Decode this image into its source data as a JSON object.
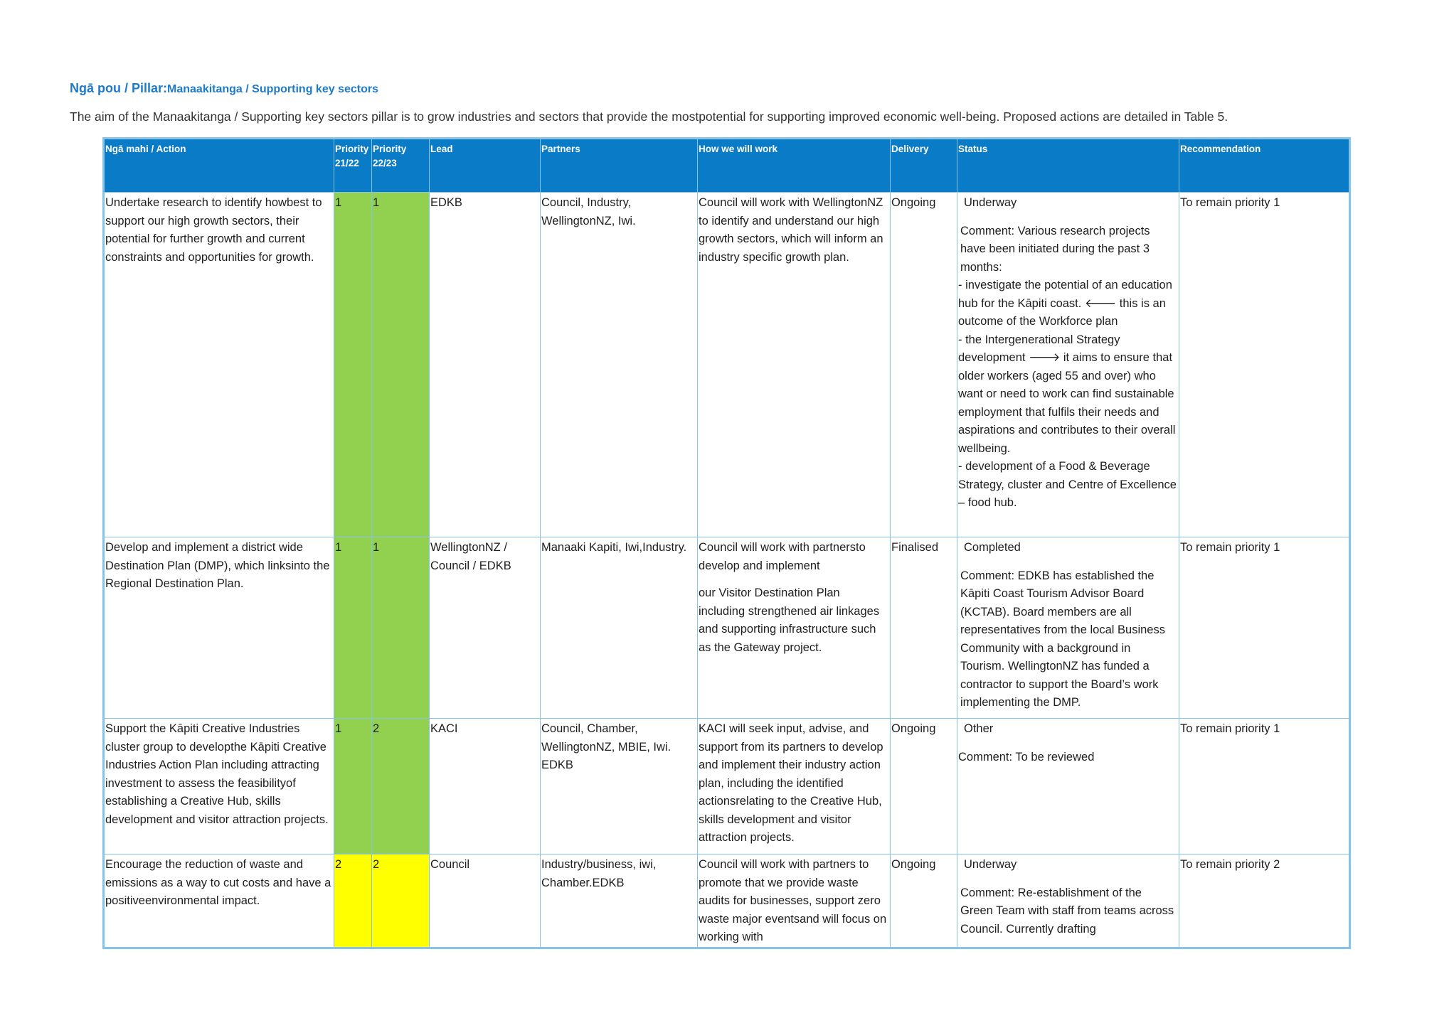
{
  "heading": {
    "prefix": "Ngā pou / Pillar:",
    "pillar": "Manaakitanga / Supporting key sectors"
  },
  "intro": "The aim of the Manaakitanga / Supporting key sectors pillar is to grow industries and sectors that provide the mostpotential for supporting improved economic well-being. Proposed actions are detailed in Table 5.",
  "table": {
    "headers": {
      "action": "Ngā mahi / Action",
      "priority_2122_a": "Priority",
      "priority_2122_b": "21/22",
      "priority_2223_a": "Priority",
      "priority_2223_b": "22/23",
      "lead": "Lead",
      "partners": "Partners",
      "how": "How we will work",
      "delivery": "Delivery",
      "status": "Status",
      "recommendation": "Recommendation"
    },
    "rows": [
      {
        "action": "Undertake research to identify howbest to support our high growth sectors, their potential for further growth and current constraints and opportunities for growth.",
        "priority_2122": "1",
        "priority_2223": "1",
        "lead": "EDKB",
        "partners": "Council, Industry, WellingtonNZ, Iwi.",
        "how": "Council will work with WellingtonNZ to identify and understand our high growth sectors, which will inform an industry specific growth plan.",
        "how_extra": "",
        "delivery": "Ongoing",
        "status": "Underway",
        "comment_lines": [
          "Comment: Various research projects have been initiated during the past 3 months:",
          "- investigate the potential of an education hub for the Kāpiti coast. 🡐 this is an outcome of the Workforce plan",
          "- the Intergenerational Strategy development 🡒 it aims to ensure that older workers (aged 55 and over) who want or need to work can find sustainable employment that fulfils their needs and aspirations and contributes to their overall wellbeing.",
          "- development of a Food & Beverage Strategy, cluster and Centre of Excellence – food hub."
        ],
        "recommendation": "To remain priority 1"
      },
      {
        "action": "Develop and implement a district wide Destination Plan (DMP), which linksinto the Regional Destination Plan.",
        "priority_2122": "1",
        "priority_2223": "1",
        "lead": "WellingtonNZ / Council / EDKB",
        "partners": "Manaaki Kapiti, Iwi,Industry.",
        "how": "Council will work with partnersto develop and implement",
        "how_extra": "our Visitor Destination Plan including strengthened air linkages and supporting infrastructure such as the Gateway project.",
        "delivery": "Finalised",
        "status": "Completed",
        "comment_lines": [
          "Comment: EDKB has established the Kāpiti Coast Tourism Advisor Board (KCTAB). Board members are all representatives from the local Business Community with a background in Tourism. WellingtonNZ has funded a contractor to support the Board’s work implementing the DMP."
        ],
        "recommendation": "To remain priority 1"
      },
      {
        "action": "Support the Kāpiti Creative Industries cluster group to developthe Kāpiti Creative Industries Action Plan including attracting investment to assess the feasibilityof establishing a Creative Hub, skills development and visitor attraction projects.",
        "priority_2122": "1",
        "priority_2223": "2",
        "lead": "KACI",
        "partners": "Council, Chamber, WellingtonNZ, MBIE, Iwi. EDKB",
        "how": "KACI will seek input, advise, and support from its partners to develop and implement their industry action plan, including the identified actionsrelating to the Creative Hub, skills development and visitor attraction projects.",
        "how_extra": "",
        "delivery": "Ongoing",
        "status": "Other",
        "comment_lines": [
          "Comment: To be reviewed"
        ],
        "recommendation": "To remain priority 1"
      },
      {
        "action": "Encourage the reduction of waste and emissions as a way to cut costs and have a positiveenvironmental impact.",
        "priority_2122": "2",
        "priority_2223": "2",
        "lead": "Council",
        "partners": "Industry/business, iwi, Chamber.EDKB",
        "how": "Council will work with partners to promote that we provide waste audits for businesses, support zero waste major eventsand will focus on working with",
        "how_extra": "",
        "delivery": "Ongoing",
        "status": "Underway",
        "comment_lines": [
          "Comment: Re-establishment of the Green Team with staff from teams across Council. Currently drafting"
        ],
        "recommendation": "To remain priority 2"
      }
    ]
  },
  "colors": {
    "header_bg": "#0a7bc6",
    "border": "#86c3e8",
    "priority_1": "#92d050",
    "priority_2": "#ffff00",
    "heading": "#1f7ac9"
  }
}
